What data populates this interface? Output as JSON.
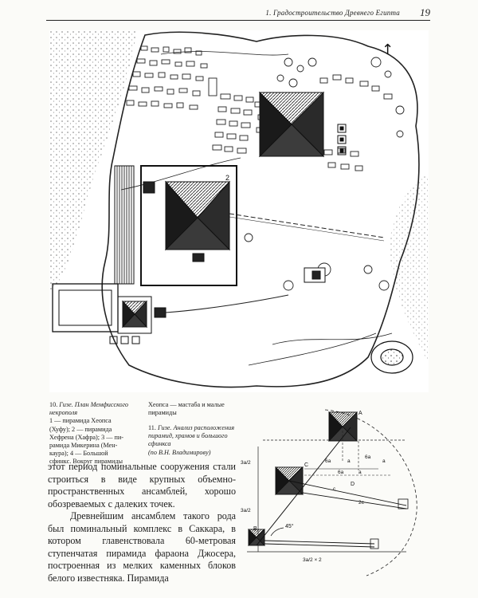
{
  "header": {
    "running_title": "1. Градостроительство Древнего Египта",
    "page_number": "19"
  },
  "map_labels": {
    "north_arrow": "↑",
    "pyramid_2": "2"
  },
  "caption_10": {
    "number": "10.",
    "title": "Гизе. План Мемфисского некрополя",
    "lines": [
      "1 — пирамида Хеопса",
      "(Хуфу); 2 — пирамида",
      "Хефрена (Хафра); 3 — пи-",
      "рамида Микерина (Мен-",
      "каура); 4 — Большой",
      "сфинкс. Вокруг пирамиды"
    ],
    "continuation": [
      "Хеопса — мастаба и малые",
      "пирамиды"
    ]
  },
  "caption_11": {
    "number": "11.",
    "title": "Гизе. Анализ расположения пирамид, храмов и большого сфинкса",
    "source": "(по В.Н. Владимирову)"
  },
  "body": {
    "para1": "этот период поминальные сооружения стали строиться в виде крупных объемно-пространственных ансамблей, хорошо обозреваемых с далеких точек.",
    "para2": "Древнейшим ансамблем такого рода был поминальный комплекс в Саккара, в котором главенствовала 60-метровая ступенчатая пирамида фараона Джосера, построенная из мелких каменных блоков белого известняка. Пирамида"
  },
  "diagram_labels": {
    "A": "A",
    "B": "B",
    "C": "C",
    "D": "D",
    "angle": "45°",
    "dim_left_top": "3a/2",
    "dim_left_bottom": "3a/2",
    "dim_bottom": "3a/2 × 2",
    "dim_6a_1": "6a",
    "dim_6a_2": "6a",
    "dim_6a_3": "6a",
    "dim_a1": "a",
    "dim_a2": "a",
    "dim_a3": "a",
    "dim_2c": "2c",
    "dim_c": "c"
  }
}
